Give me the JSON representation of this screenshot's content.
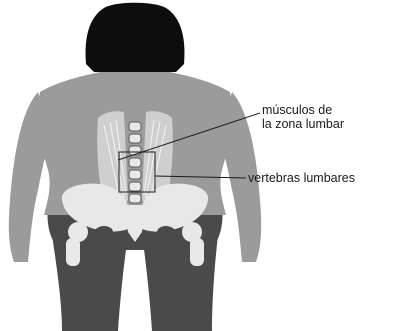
{
  "labels": {
    "muscles_line1": "músculos de",
    "muscles_line2": "la zona lumbar",
    "vertebrae": "vertebras lumbares"
  },
  "colors": {
    "hair": "#0d0d0d",
    "skin": "#9b9b9b",
    "shorts": "#4a4a4a",
    "bone": "#e8e8e8",
    "muscle": "#cfcfcf",
    "line": "#1a1a1a"
  }
}
